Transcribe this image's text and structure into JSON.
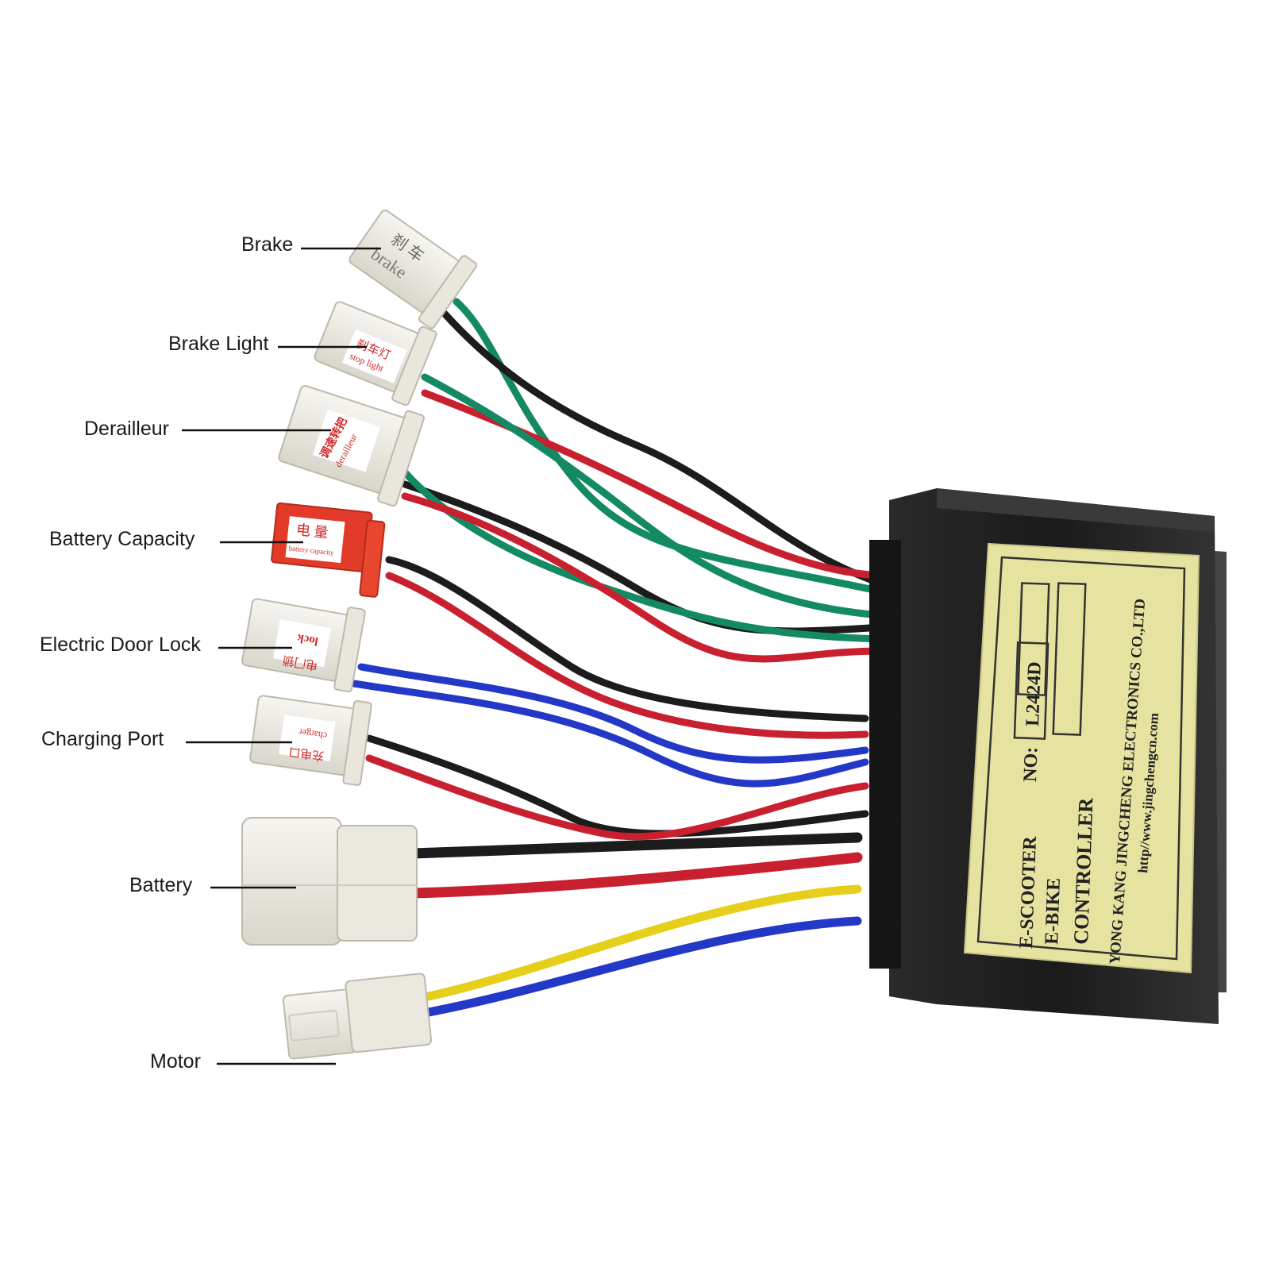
{
  "callouts": {
    "brake": "Brake",
    "brake_light": "Brake Light",
    "derailleur": "Derailleur",
    "battery_capacity": "Battery Capacity",
    "electric_door_lock": "Electric Door Lock",
    "charging_port": "Charging Port",
    "battery": "Battery",
    "motor": "Motor"
  },
  "connector_tags": {
    "brake_cn": "刹 车",
    "brake_en": "brake",
    "brake_light_cn": "刹车灯",
    "brake_light_en": "stop light",
    "derailleur_cn": "调速转把",
    "derailleur_en": "derailleur",
    "battery_capacity_cn": "电 量",
    "battery_capacity_en": "battery capacity",
    "lock_cn": "电门锁",
    "lock_en": "lock",
    "charger_cn": "充电口",
    "charger_en": "charger"
  },
  "controller_label": {
    "line1": "E-SCOOTER",
    "line2": "E-BIKE",
    "line3": "CONTROLLER",
    "no_label": "NO:",
    "model": "L2424D",
    "manufacturer": "YONG KANG JINGCHENG ELECTRONICS CO.,LTD",
    "website": "http//www.jingchengcn.com"
  },
  "colors": {
    "wire_red": "#c8202e",
    "wire_black": "#1c1c1c",
    "wire_green": "#138a63",
    "wire_blue": "#2438c8",
    "wire_yellow": "#e6cf1a",
    "connector_white": "#efede6",
    "connector_red": "#e23b2a",
    "controller_body": "#1e1e1e",
    "label_yellow": "#e6e3a0"
  }
}
